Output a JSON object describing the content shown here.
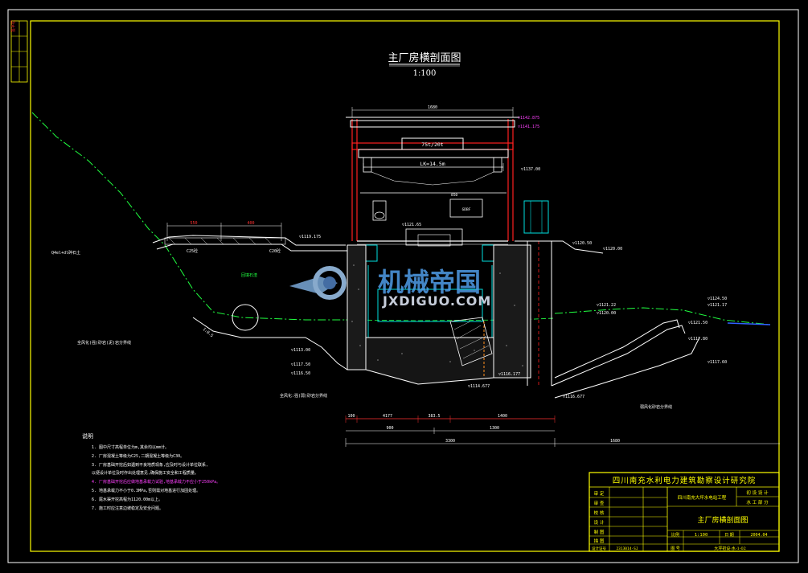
{
  "title": {
    "main": "主厂房横剖面图",
    "scale": "1:100"
  },
  "dimensions": {
    "roof_width": "1680",
    "crane_capacity": "75t/20t",
    "crane_span": "LK=14.5m",
    "left_span": "550",
    "left_span2": "400",
    "bottom_segments": [
      "100",
      "4177",
      "383.5",
      "1400"
    ],
    "bottom_mid": [
      "900",
      "1300"
    ],
    "bottom_total": "3300",
    "bottom_right": "1680",
    "inner_850": "850"
  },
  "elevations": {
    "roof_top": "▽1142.875",
    "roof_beam": "▽1141.175",
    "crane_rail": "▽1137.00",
    "floor_left": "▽1119.175",
    "floor_gen": "▽1121.65",
    "floor_right": "▽1120.50",
    "tailwater_1": "▽1120.00",
    "tailwater_2": "▽1121.22",
    "tailwater_3": "▽1120.00",
    "right_1": "▽1124.50",
    "right_2": "▽1121.17",
    "right_3": "▽1121.50",
    "right_4": "▽1117.80",
    "right_5": "▽1117.60",
    "left_1": "▽1113.00",
    "left_2": "▽1117.50",
    "left_3": "▽1116.50",
    "draft_1": "▽1116.177",
    "draft_2": "▽1114.677",
    "draft_3": "▽1116.677"
  },
  "labels": {
    "rock_left": "Q4el+dl碎石土",
    "concrete_c25": "C25砼",
    "concrete_c20": "C20砼",
    "backfill": "回填石渣",
    "note_left": "全风化(强)砂岩(泥)岩分界线",
    "note_bottom": "全风化:强(弱)砂岩分界线",
    "note_right": "弱风化砂岩分界线",
    "slope": "1:0.5",
    "gen_label": "GDBF"
  },
  "watermark": {
    "text": "机械帝国",
    "url": "JXDIGUO.COM"
  },
  "notes": {
    "heading": "说明",
    "lines": [
      "1. 图中尺寸高程单位为m,其余均以mm计。",
      "2. 厂房混凝土等级为C25,二期混凝土等级为C30。",
      "3. 厂房基础开挖后如遇到不良地质现象,应及时与设计单位联系,",
      "   以便设计单位及时作出处理意见,确保施工安全和工程质量。",
      "4. 厂房基础开挖后应做地基承载力试验,地基承载力不应小于250kPa。",
      "5. 地基承载力不小于0.3MPa,否则需对地基进行加固处理。",
      "6. 尾水渠开挖高程为1120.00m以上。",
      "7. 施工时应注意边坡稳定及安全问题。"
    ],
    "highlight_index": 4
  },
  "title_block": {
    "institute": "四川南充水利电力建筑勘察设计研究院",
    "project": "四川南充大坪水电站工程",
    "stage_1": "初 设 设 计",
    "stage_2": "水 工 部 分",
    "drawing_name": "主厂房横剖面图",
    "scale_label": "比例",
    "scale_value": "1:100",
    "date_label": "日 期",
    "date_value": "2004.04",
    "number_label": "图 号",
    "number_value": "大坪初设-水-1-02",
    "cert_label": "设计证号",
    "cert_value": "2313014-SJ",
    "roles": [
      "审 定",
      "审 查",
      "校 核",
      "设 计",
      "制 图",
      "描 图"
    ]
  },
  "side_stamp": "签字栏"
}
